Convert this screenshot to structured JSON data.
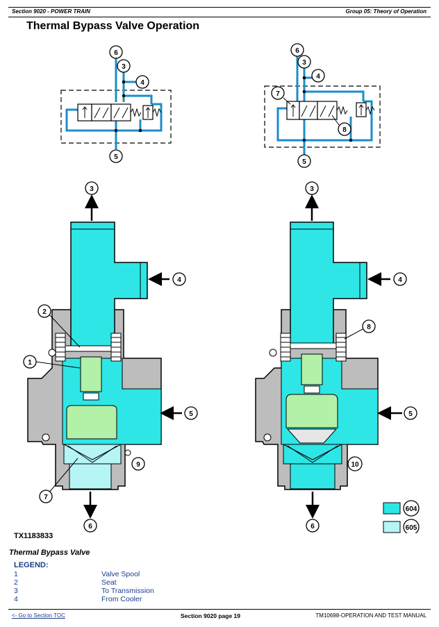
{
  "header": {
    "section": "Section 9020 - POWER TRAIN",
    "group": "Group 05: Theory of Operation"
  },
  "title": "Thermal Bypass Valve Operation",
  "figure": {
    "callouts": {
      "c1": "1",
      "c2": "2",
      "c3": "3",
      "c4": "4",
      "c5": "5",
      "c6": "6",
      "c7": "7",
      "c8": "8",
      "c9": "9",
      "c10": "10"
    },
    "key": [
      {
        "label": "604",
        "color": "#2ee6e6"
      },
      {
        "label": "605",
        "color": "#b5f5f5"
      }
    ],
    "colors": {
      "oil": "#2ee6e6",
      "oil_light": "#b5f5f5",
      "housing": "#bdbdbd",
      "spool": "#b3f0a8",
      "line": "#1b8ec9"
    },
    "figure_id": "TX1183833"
  },
  "caption": "Thermal Bypass Valve",
  "legend": {
    "title": "LEGEND:",
    "items": [
      {
        "num": "1",
        "text": "Valve Spool"
      },
      {
        "num": "2",
        "text": "Seat"
      },
      {
        "num": "3",
        "text": "To Transmission"
      },
      {
        "num": "4",
        "text": "From Cooler"
      }
    ]
  },
  "footer": {
    "toc_link": "<- Go to Section TOC",
    "page": "Section 9020 page 19",
    "manual": "TM10698-OPERATION AND TEST MANUAL"
  }
}
